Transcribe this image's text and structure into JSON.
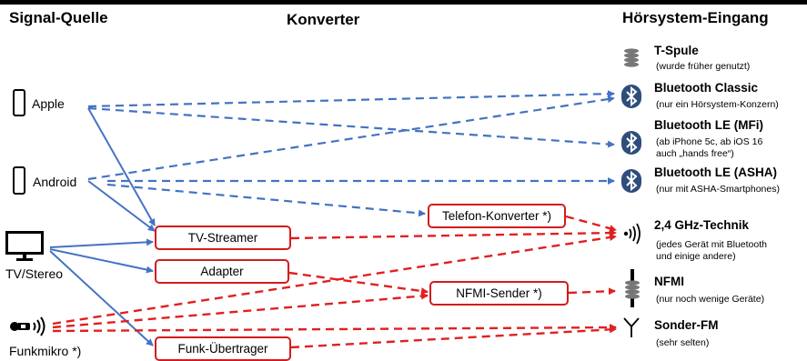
{
  "headers": {
    "source": "Signal-Quelle",
    "converter": "Konverter",
    "input": "Hörsystem-Eingang"
  },
  "sources": [
    {
      "id": "apple",
      "label": "Apple",
      "icon": "smartphone-icon"
    },
    {
      "id": "android",
      "label": "Android",
      "icon": "smartphone-icon"
    },
    {
      "id": "tv",
      "label": "TV/Stereo",
      "icon": "tv-icon"
    },
    {
      "id": "funkmikro",
      "label": "Funkmikro *)",
      "icon": "radio-microphone-icon"
    }
  ],
  "converters": [
    {
      "id": "telefon",
      "label": "Telefon-Konverter *)"
    },
    {
      "id": "tvstreamer",
      "label": "TV-Streamer"
    },
    {
      "id": "adapter",
      "label": "Adapter"
    },
    {
      "id": "nfmisender",
      "label": "NFMI-Sender *)"
    },
    {
      "id": "funk",
      "label": "Funk-Übertrager"
    }
  ],
  "inputs": [
    {
      "id": "tspule",
      "title": "T-Spule",
      "note": [
        "(wurde früher genutzt)"
      ],
      "icon": "coil-icon"
    },
    {
      "id": "btclassic",
      "title": "Bluetooth Classic",
      "note": [
        "(nur ein Hörsystem-Konzern)"
      ],
      "icon": "bluetooth-icon"
    },
    {
      "id": "btle",
      "title": "Bluetooth LE (MFi)",
      "note": [
        "(ab iPhone 5c, ab iOS 16",
        "auch „hands free“)"
      ],
      "icon": "bluetooth-icon"
    },
    {
      "id": "btasha",
      "title": "Bluetooth LE (ASHA)",
      "note": [
        "(nur mit ASHA-Smartphones)"
      ],
      "icon": "bluetooth-icon"
    },
    {
      "id": "ghz",
      "title": "2,4 GHz-Technik",
      "note": [
        "(jedes Gerät mit Bluetooth",
        "und einige andere)"
      ],
      "icon": "wireless-icon"
    },
    {
      "id": "nfmi",
      "title": "NFMI",
      "note": [
        "(nur noch wenige Geräte)"
      ],
      "icon": "nfmi-coil-icon"
    },
    {
      "id": "fm",
      "title": "Sonder-FM",
      "note": [
        "(sehr selten)"
      ],
      "icon": "antenna-icon"
    }
  ],
  "connections": {
    "blue_solid": [
      [
        "apple",
        "tvstreamer"
      ],
      [
        "android",
        "tvstreamer"
      ],
      [
        "tv",
        "tvstreamer"
      ],
      [
        "tv",
        "adapter"
      ],
      [
        "tv",
        "funk"
      ]
    ],
    "blue_dashed": [
      [
        "apple",
        "btclassic"
      ],
      [
        "apple",
        "btle"
      ],
      [
        "android",
        "btclassic"
      ],
      [
        "android",
        "btasha"
      ],
      [
        "android",
        "telefon"
      ]
    ],
    "red_dashed": [
      [
        "telefon",
        "ghz"
      ],
      [
        "tvstreamer",
        "ghz"
      ],
      [
        "adapter",
        "nfmisender"
      ],
      [
        "nfmisender",
        "nfmi"
      ],
      [
        "funkmikro",
        "ghz"
      ],
      [
        "funkmikro",
        "nfmisender"
      ],
      [
        "funkmikro",
        "fm"
      ],
      [
        "funk",
        "fm"
      ]
    ]
  },
  "colors": {
    "blue": "#4472c4",
    "red": "#e02020",
    "box_border": "#d21c1c",
    "bluetooth": "#2e4d7b"
  }
}
